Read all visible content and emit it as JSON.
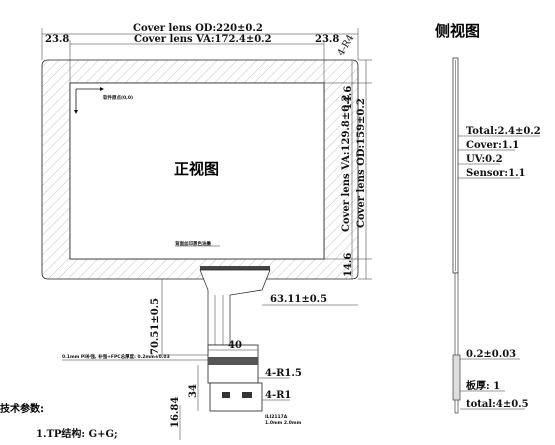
{
  "front_view": {
    "title": "正视图",
    "cover_od": "Cover lens OD:220±0.2",
    "cover_va": "Cover lens VA:172.4±0.2",
    "left_margin": "23.8",
    "right_margin": "23.8",
    "corner_radius": "4-R4",
    "top_border": "14.6",
    "bottom_border": "14.6",
    "va_height": "Cover lens VA:129.8±0.2",
    "od_height": "Cover lens OD:159±0.2",
    "origin_label": "软件原点(0,0)",
    "bottom_note": "背面丝印黑色油墨",
    "fpc_length": "70.51±0.5",
    "fpc_offset": "63.11±0.5",
    "fpc_note": "0.1mm PI补强, 补强+FPC总厚度: 0.2mm±0.03",
    "tail_width": "40",
    "tail_radius_1": "4-R1.5",
    "tail_radius_2": "4-R1",
    "tail_height": "34",
    "tail_width_2": "16.84",
    "ic_label": "ILI2117A",
    "ic_note": "1.0mm 2.0mm"
  },
  "side_view": {
    "title": "侧视图",
    "total": "Total:2.4±0.2",
    "cover": "Cover:1.1",
    "uv": "UV:0.2",
    "sensor": "Sensor:1.1",
    "fpc_thickness": "0.2±0.03",
    "plate_thickness": "板厚: 1",
    "total_bottom": "total:4±0.5"
  },
  "tech": {
    "heading": "技术参数:",
    "item1": "1.TP结构: G+G;"
  }
}
